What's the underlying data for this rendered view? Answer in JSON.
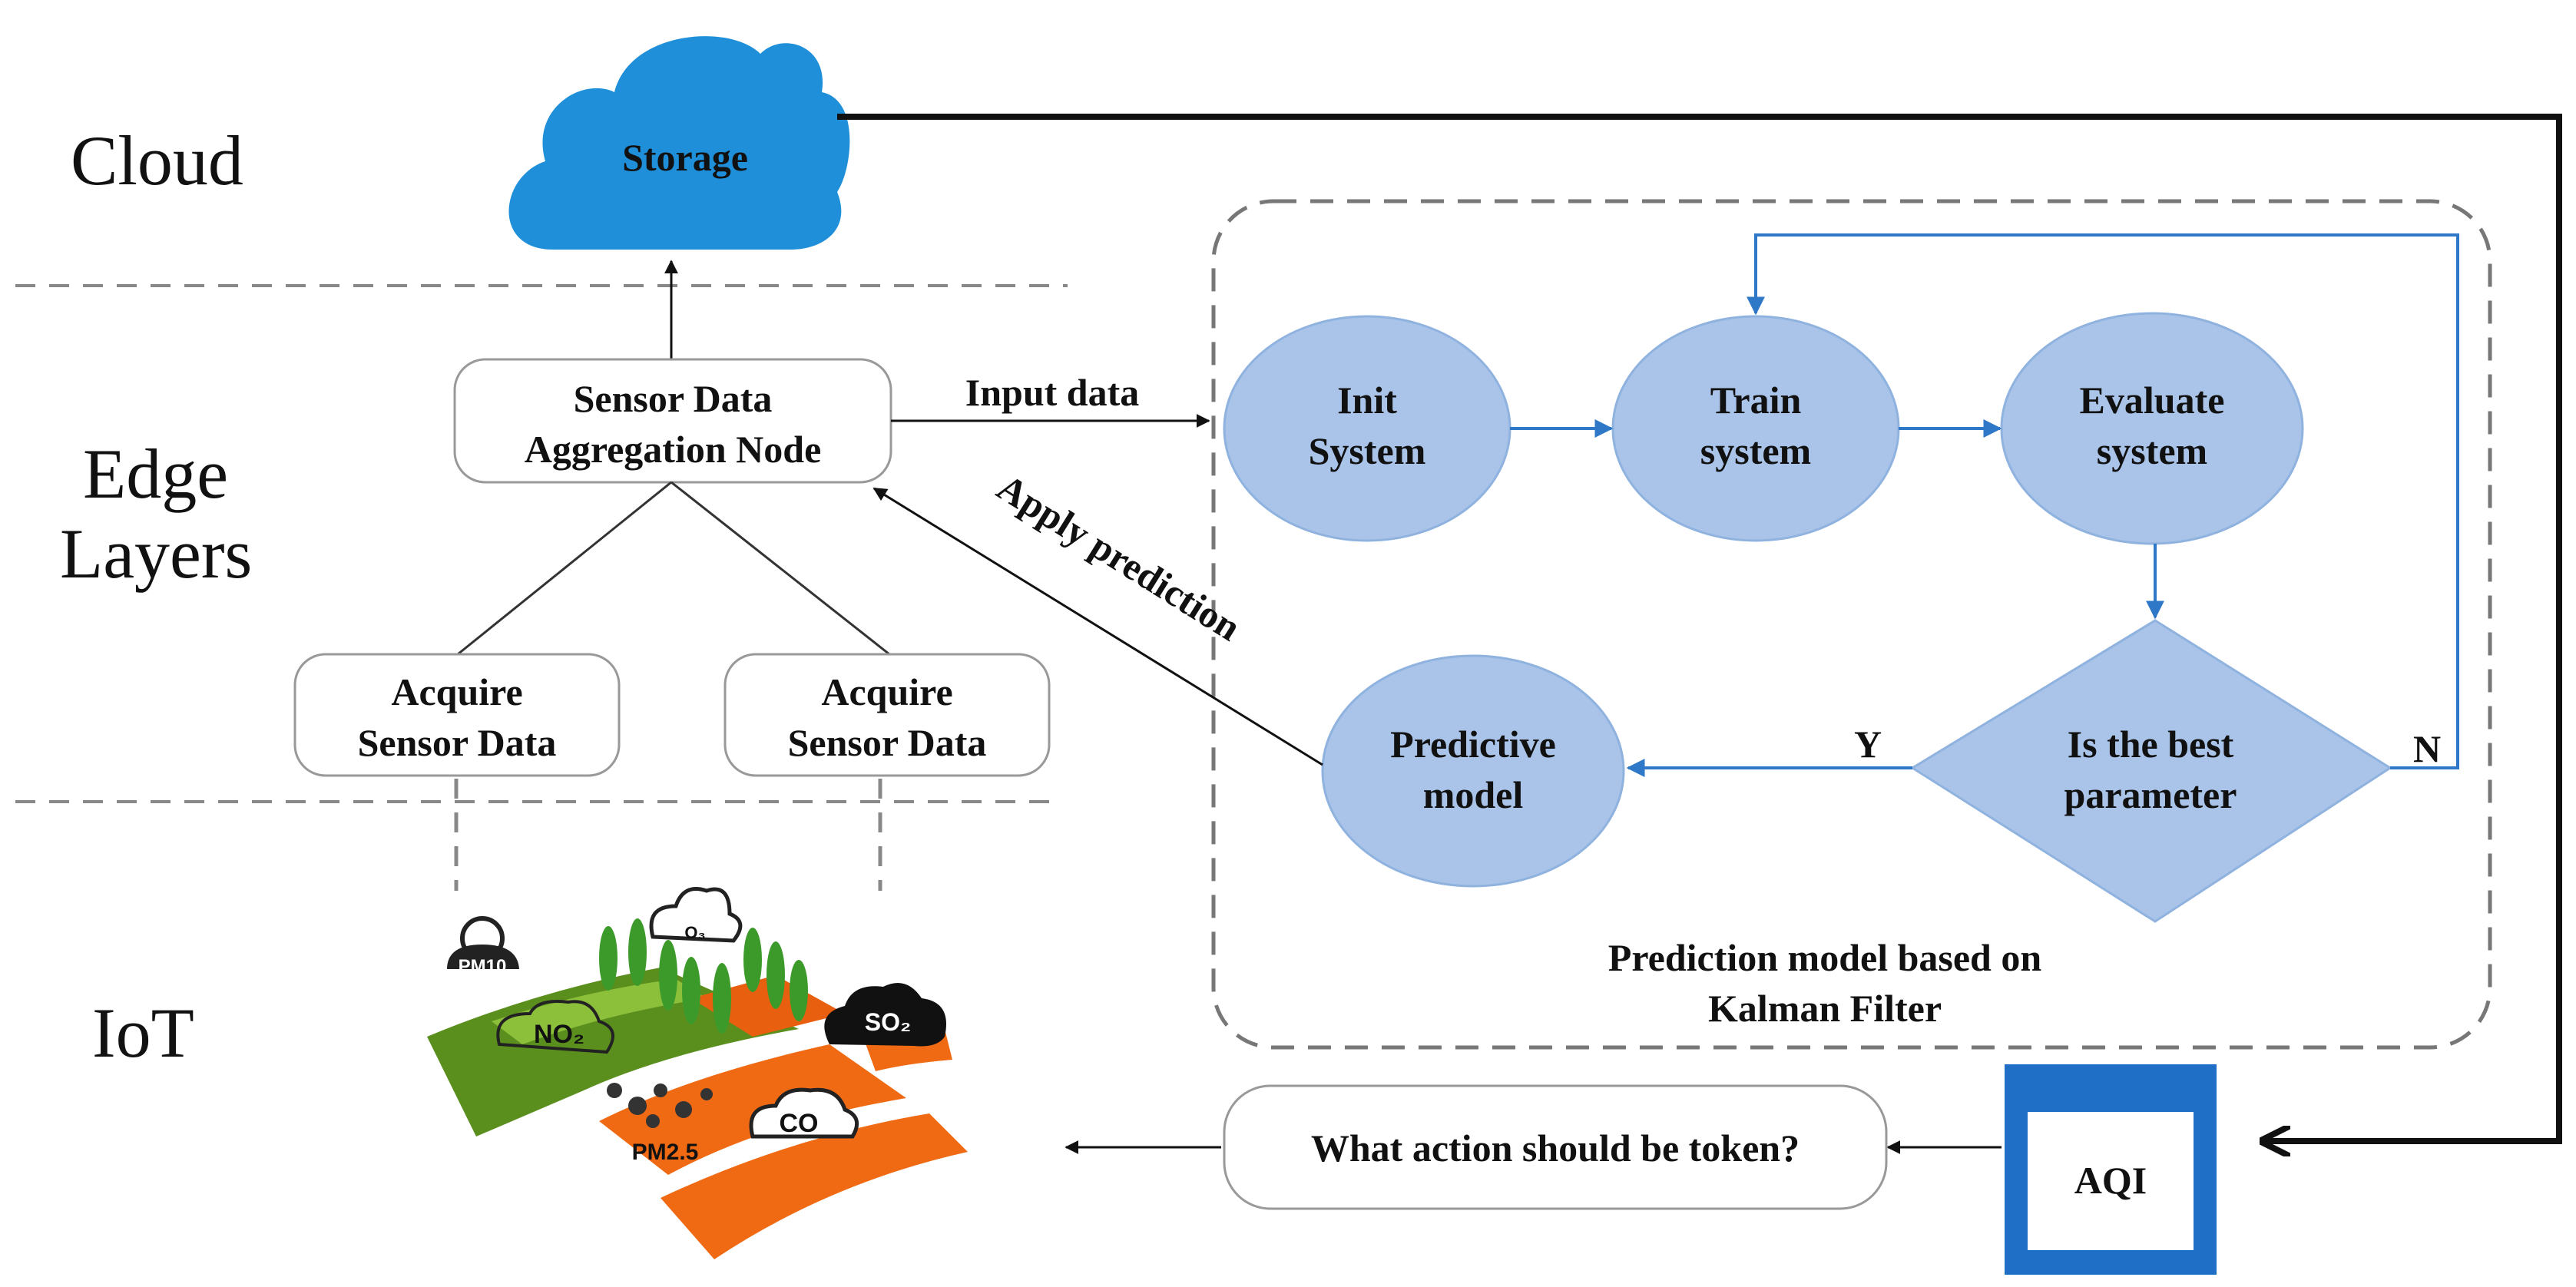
{
  "layers": {
    "cloud": "Cloud",
    "edge_line1": "Edge",
    "edge_line2": "Layers",
    "iot": "IoT"
  },
  "nodes": {
    "storage": "Storage",
    "aggregation_line1": "Sensor Data",
    "aggregation_line2": "Aggregation Node",
    "acquire_left_line1": "Acquire",
    "acquire_left_line2": "Sensor Data",
    "acquire_right_line1": "Acquire",
    "acquire_right_line2": "Sensor Data",
    "init_line1": "Init",
    "init_line2": "System",
    "train_line1": "Train",
    "train_line2": "system",
    "evaluate_line1": "Evaluate",
    "evaluate_line2": "system",
    "decision_line1": "Is the best",
    "decision_line2": "parameter",
    "predictive_line1": "Predictive",
    "predictive_line2": "model",
    "action": "What action should be token?",
    "aqi": "AQI"
  },
  "edges": {
    "input_data": "Input data",
    "apply_prediction": "Apply prediction",
    "yes": "Y",
    "no": "N"
  },
  "group": {
    "caption_line1": "Prediction model based on",
    "caption_line2": "Kalman Filter"
  },
  "iot_icons": {
    "pm10": "PM10",
    "no2": "NO₂",
    "o3": "O₃",
    "so2": "SO₂",
    "co": "CO",
    "pm25": "PM2.5"
  },
  "colors": {
    "cloud_blue": "#1e8fd8",
    "node_fill": "#a9c4e8",
    "node_stroke": "#8fb2df",
    "flow_blue": "#2f78c8",
    "aqi_blue": "#1f6fc6",
    "field_green": "#5a8f1e",
    "field_orange": "#f06a14"
  }
}
